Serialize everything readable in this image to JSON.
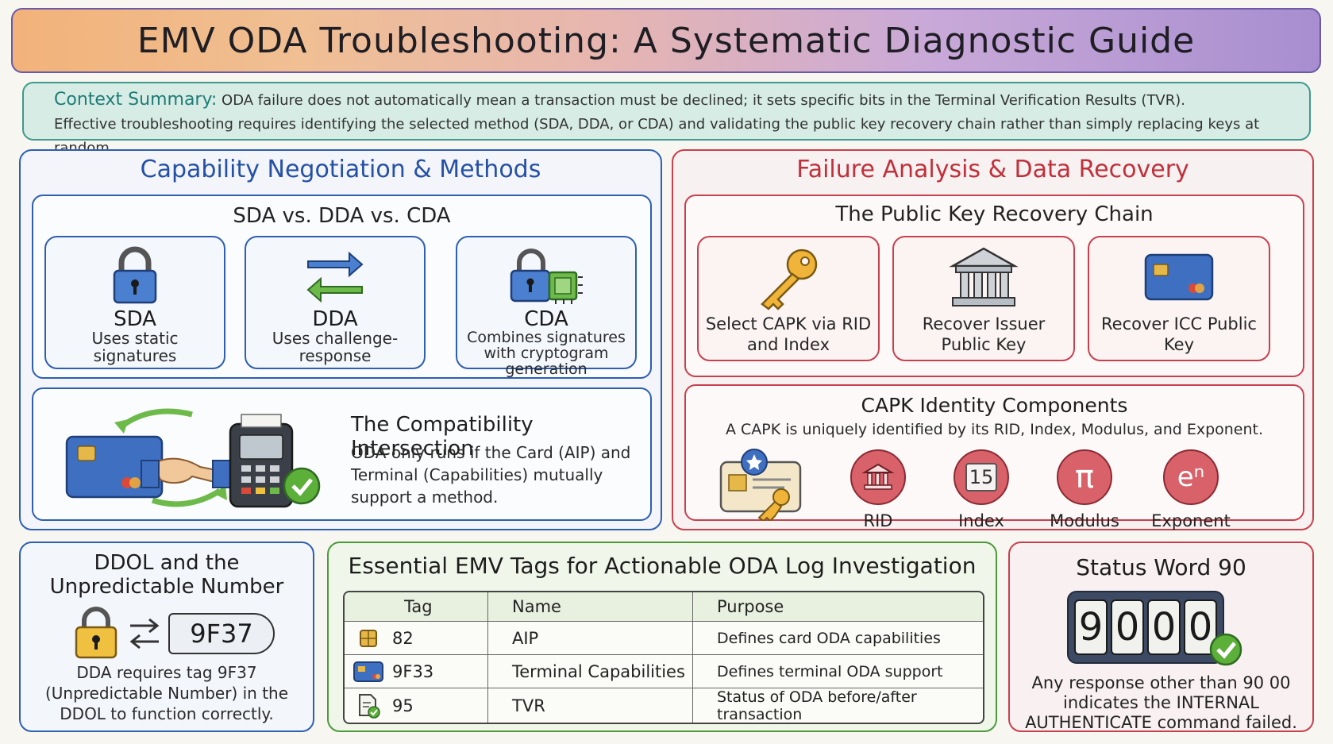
{
  "title": "EMV ODA Troubleshooting: A Systematic Diagnostic Guide",
  "context": {
    "label": "Context Summary:",
    "line1": "ODA failure does not automatically mean a transaction must be declined; it sets specific bits in the Terminal Verification Results (TVR).",
    "line2": "Effective troubleshooting requires identifying the selected method (SDA, DDA, or CDA) and validating the public key recovery chain rather than simply replacing keys at random."
  },
  "capability": {
    "title": "Capability Negotiation & Methods",
    "methods_title": "SDA vs. DDA vs. CDA",
    "methods": [
      {
        "name": "SDA",
        "desc": "Uses static signatures",
        "icon": "padlock-icon"
      },
      {
        "name": "DDA",
        "desc": "Uses challenge-response",
        "icon": "exchange-arrows-icon"
      },
      {
        "name": "CDA",
        "desc": "Combines signatures with cryptogram generation",
        "icon": "padlock-chip-icon"
      }
    ],
    "compat_title": "The Compatibility Intersection",
    "compat_text": "ODA only runs if the Card (AIP) and Terminal (Capabilities) mutually support a method."
  },
  "failure": {
    "title": "Failure Analysis & Data Recovery",
    "chain_title": "The Public Key Recovery Chain",
    "chain": [
      {
        "label": "Select CAPK via RID and Index",
        "icon": "key-icon"
      },
      {
        "label": "Recover Issuer Public Key",
        "icon": "bank-icon"
      },
      {
        "label": "Recover ICC Public Key",
        "icon": "card-icon"
      }
    ],
    "capk_title": "CAPK Identity Components",
    "capk_desc": "A CAPK is uniquely identified by its RID, Index, Modulus, and Exponent.",
    "components": [
      {
        "label": "RID",
        "glyph": "🏛",
        "icon": "bank-icon"
      },
      {
        "label": "Index",
        "glyph": "15",
        "icon": "calendar-icon"
      },
      {
        "label": "Modulus",
        "glyph": "π",
        "icon": "pi-icon"
      },
      {
        "label": "Exponent",
        "glyph": "eⁿ",
        "icon": "exponent-icon"
      }
    ]
  },
  "ddol": {
    "title": "DDOL and the Unpredictable Number",
    "tag": "9F37",
    "text": "DDA requires tag 9F37 (Unpredictable Number) in the DDOL to function correctly."
  },
  "tags": {
    "title": "Essential EMV Tags for Actionable ODA Log Investigation",
    "headers": [
      "Tag",
      "Name",
      "Purpose"
    ],
    "rows": [
      {
        "tag": "82",
        "name": "AIP",
        "purpose": "Defines card ODA capabilities",
        "icon": "chip-icon"
      },
      {
        "tag": "9F33",
        "name": "Terminal Capabilities",
        "purpose": "Defines terminal ODA support",
        "icon": "card-icon"
      },
      {
        "tag": "95",
        "name": "TVR",
        "purpose": "Status of ODA before/after transaction",
        "icon": "document-check-icon"
      }
    ]
  },
  "status": {
    "title": "Status Word 90",
    "digits": [
      "9",
      "0",
      "0",
      "0"
    ],
    "text": "Any response other than 90 00 indicates the INTERNAL AUTHENTICATE command failed."
  }
}
